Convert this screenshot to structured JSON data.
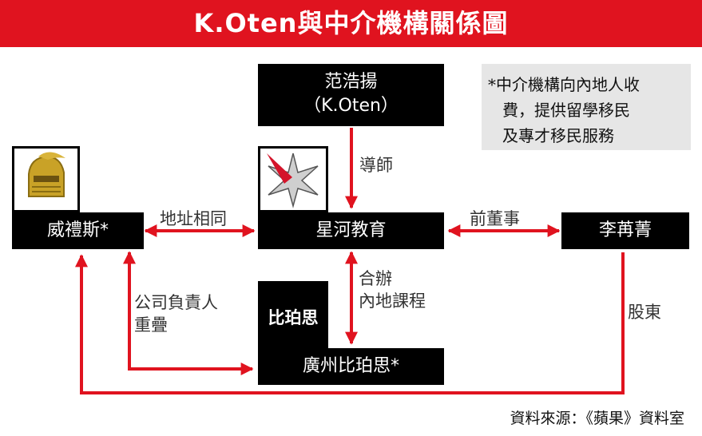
{
  "title": "K.Oten與中介機構關係圖",
  "colors": {
    "banner": "#e0131f",
    "arrow": "#e0131f",
    "box": "#000000",
    "note_bg": "#e6e6e6"
  },
  "nodes": {
    "fan": {
      "line1": "范浩揚",
      "line2": "（K.Oten）"
    },
    "weilisi": "威禮斯*",
    "xinghe": "星河教育",
    "li": "李苒菁",
    "guangzhou": "廣州比珀思*"
  },
  "logos": {
    "weilisi": "knight-helmet-icon",
    "xinghe": "star-burst-icon",
    "bipos": {
      "icon": "bipos-logo",
      "text": "比珀思"
    }
  },
  "edges": {
    "mentor": "導師",
    "same_address": "地址相同",
    "former_director": "前董事",
    "joint_course": {
      "line1": "合辦",
      "line2": "內地課程"
    },
    "overlap_person": {
      "line1": "公司負責人",
      "line2": "重疊"
    },
    "shareholder": "股東"
  },
  "note": {
    "line1": "*中介機構向內地人收",
    "line2": "費，提供留學移民",
    "line3": "及專才移民服務"
  },
  "source": "資料來源：《蘋果》資料室"
}
